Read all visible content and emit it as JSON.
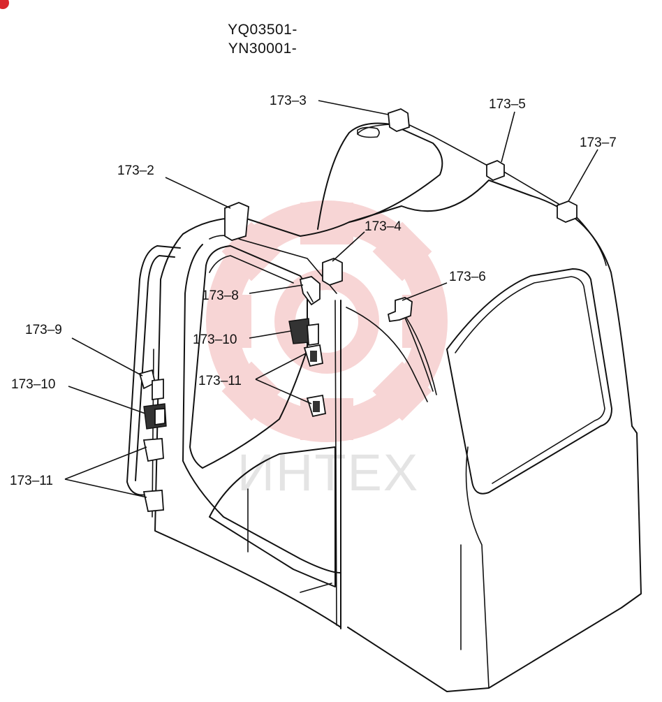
{
  "header": {
    "serial_1": "YQ03501-",
    "serial_2": "YN30001-"
  },
  "watermark": {
    "text": "ИНТЕХ",
    "color": "#f5c6c6"
  },
  "callouts": {
    "p173_2": "173–2",
    "p173_3": "173–3",
    "p173_4": "173–4",
    "p173_5": "173–5",
    "p173_6": "173–6",
    "p173_7": "173–7",
    "p173_8": "173–8",
    "p173_9": "173–9",
    "p173_10_left": "173–10",
    "p173_10_inner": "173–10",
    "p173_11_left": "173–11",
    "p173_11_inner": "173–11"
  }
}
